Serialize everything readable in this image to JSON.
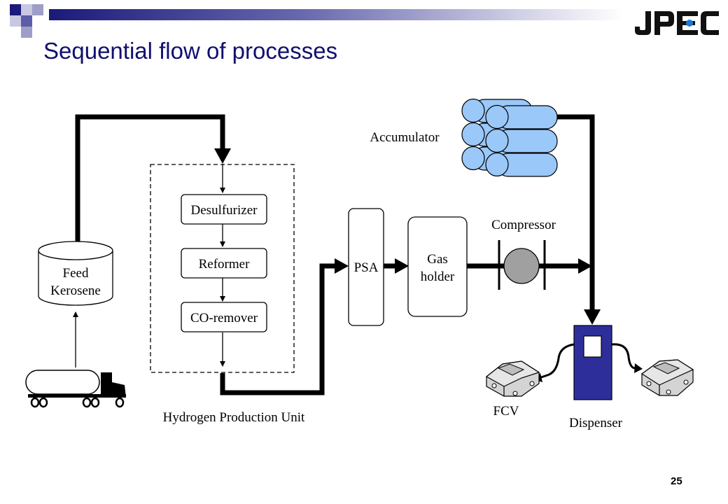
{
  "slide": {
    "title": "Sequential flow of processes",
    "page_number": "25",
    "logo_text": "JPEC"
  },
  "diagram": {
    "hydrogen_unit_label": "Hydrogen Production Unit",
    "desulfurizer": "Desulfurizer",
    "reformer": "Reformer",
    "co_remover": "CO-remover",
    "psa": "PSA",
    "gas_holder": [
      "Gas",
      "holder"
    ],
    "compressor": "Compressor",
    "accumulator": "Accumulator",
    "feed_tank": [
      "Feed",
      "Kerosene"
    ],
    "dispenser": "Dispenser",
    "fcv": "FCV"
  },
  "colors": {
    "title": "#10106e",
    "header_dark": "#1a1a7a",
    "cylinder_fill": "#9ac8f8",
    "dispenser_fill": "#2e2e9a",
    "compressor_fill": "#a0a0a0"
  }
}
